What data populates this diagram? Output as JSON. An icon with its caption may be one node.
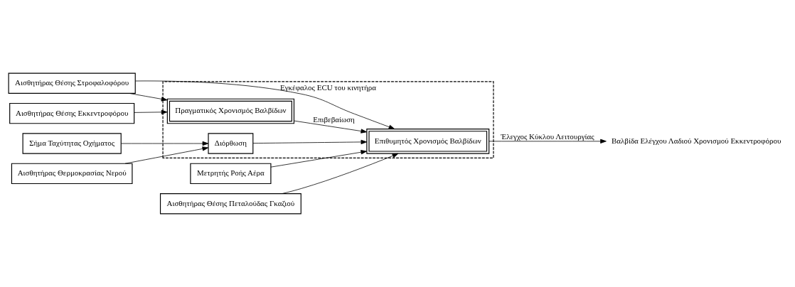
{
  "diagram": {
    "nodes": [
      {
        "text": [
          "Αισθητήρας Θέσης Στροφαλοφόρου"
        ]
      },
      {
        "text": [
          "Μετρητής Ροής Αέρα"
        ]
      },
      {
        "text": [
          "Αισθητήρας Θέσης Πεταλούδας Γκαζιού"
        ]
      },
      {
        "text": [
          "Αισθητήρας Θερμοκρασίας Νερού"
        ]
      },
      {
        "text": [
          "Αισθητήρας Θέσης Εκκεντροφόρου"
        ]
      },
      {
        "text": [
          "Σήμα Ταχύτητας Οχήματος"
        ]
      },
      {
        "text": [
          "Εγκέφαλος ECU του κινητήρα"
        ]
      },
      {
        "text": [
          "Επιθυμητός Χρονισμός Βαλβίδων"
        ],
        "in": 6
      },
      {
        "text": [
          "Διόρθωση"
        ],
        "in": 6
      },
      {
        "text": [
          "Πραγματικός Χρονισμός Βαλβίδων"
        ],
        "in": 6
      },
      {
        "text": [
          "Βαλβίδα Ελέγχου Λαδιού Χρονισμού Εκκεντροφόρου"
        ]
      }
    ],
    "edges": [
      {
        "from": 0,
        "to": 7,
        "arrow": "to"
      },
      {
        "from": 0,
        "to": 9,
        "arrow": "to"
      },
      {
        "from": 1,
        "to": 7,
        "arrow": "to"
      },
      {
        "from": 2,
        "to": 7,
        "arrow": "to"
      },
      {
        "from": 3,
        "to": 8,
        "arrow": "to"
      },
      {
        "from": 5,
        "to": 8,
        "arrow": "to"
      },
      {
        "from": 4,
        "to": 9,
        "arrow": "to"
      },
      {
        "from": 8,
        "to": 7,
        "arrow": "to"
      },
      {
        "from": 9,
        "to": 7,
        "arrow": "to",
        "label": "Επιβεβαίωση"
      },
      {
        "from": 7,
        "to": 10,
        "arrow": "to",
        "label": "Έλεγχος Κύκλου Λειτουργίας"
      }
    ]
  }
}
